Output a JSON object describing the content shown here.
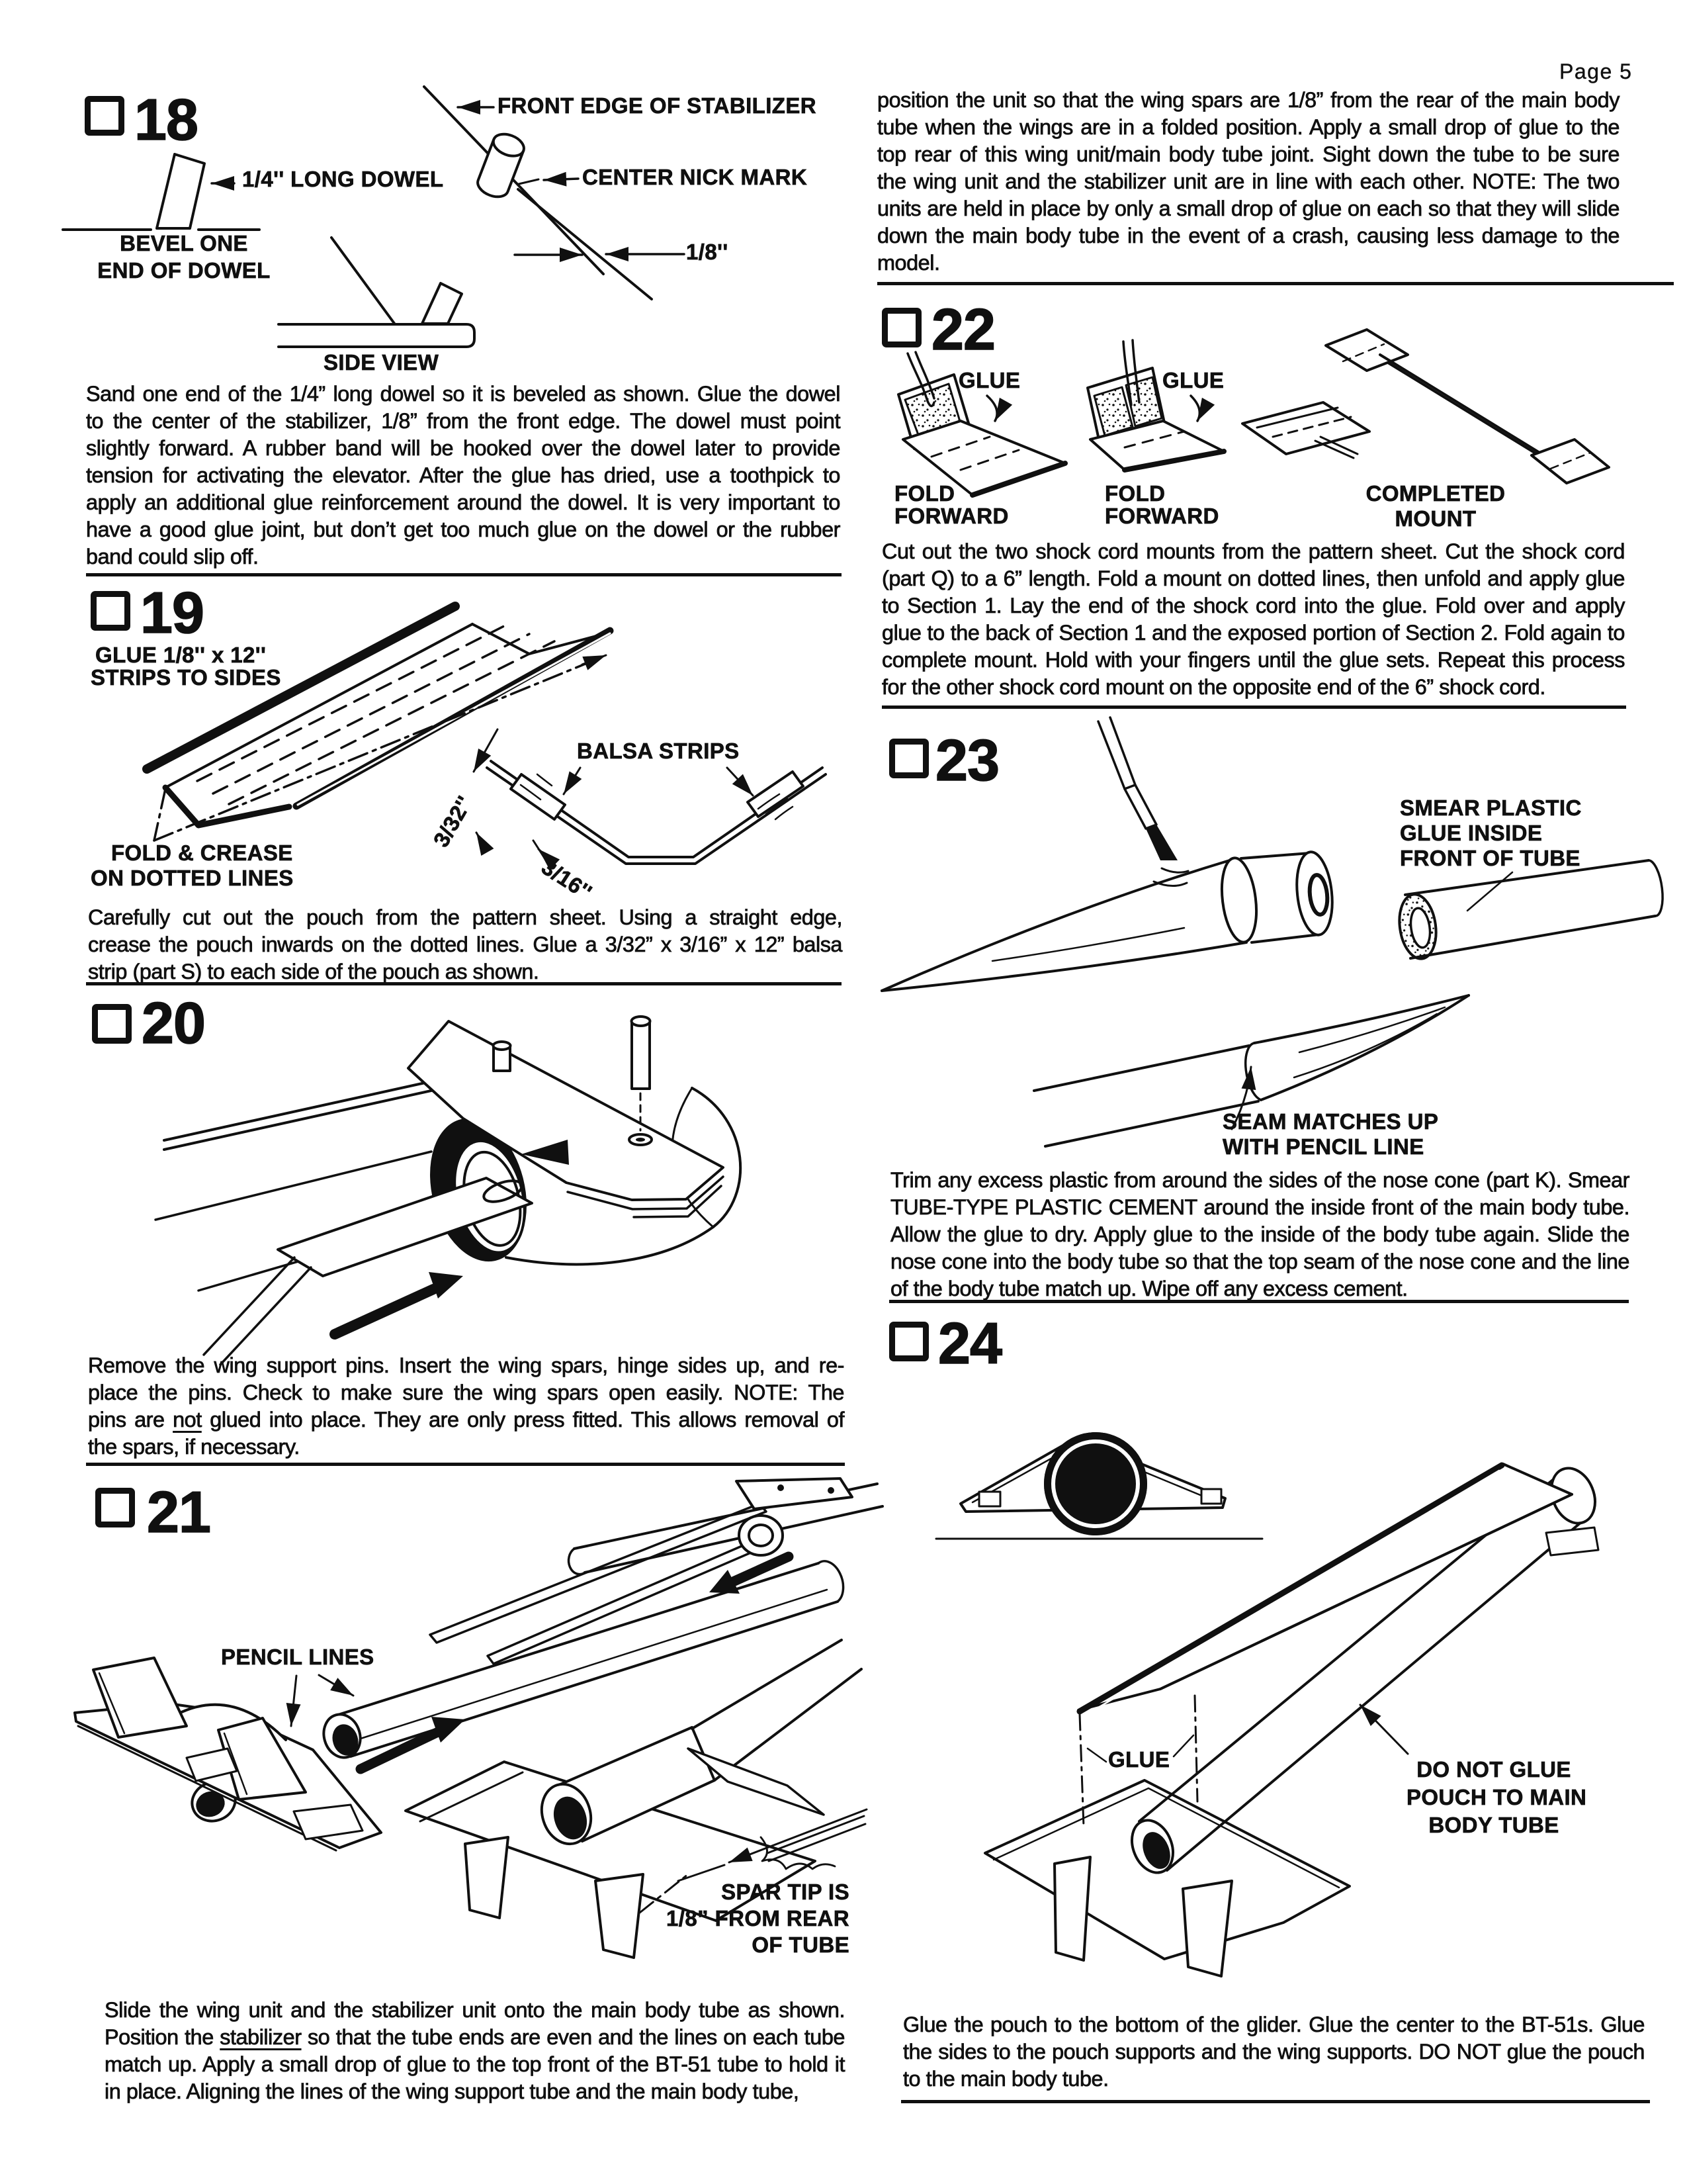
{
  "page": {
    "label": "Page 5"
  },
  "colors": {
    "ink": "#101010",
    "paper": "#ffffff"
  },
  "steps": {
    "s18": {
      "number": "18",
      "body_lines": [
        "Sand one end of the 1/4” long dowel so it is beveled as shown. Glue the dowel",
        "to the center of the stabilizer, 1/8” from the front edge. The dowel must point",
        "slightly forward. A rubber band will be hooked over the dowel later to provide",
        "tension for activating the elevator. After the glue has dried, use a toothpick to",
        "apply an additional glue reinforcement around the dowel. It is very important to",
        "have a good glue joint, but don’t get too much glue on the dowel or the rubber",
        "band could slip off."
      ],
      "labels": {
        "front_edge": "FRONT EDGE OF STABILIZER",
        "dowel_len": "1/4'' LONG DOWEL",
        "bevel_1": "BEVEL ONE",
        "bevel_2": "END OF DOWEL",
        "nick": "CENTER NICK MARK",
        "eighth": "1/8''",
        "side_view": "SIDE VIEW"
      }
    },
    "s19": {
      "number": "19",
      "body_lines": [
        "Carefully cut out the pouch from the pattern sheet. Using a straight edge,",
        "crease the pouch inwards on the dotted lines. Glue a 3/32” x 3/16” x 12” balsa",
        "strip (part S) to each side of the pouch as shown."
      ],
      "labels": {
        "glue_strips_1": "GLUE 1/8'' x 12''",
        "glue_strips_2": "STRIPS TO SIDES",
        "fold_1": "FOLD & CREASE",
        "fold_2": "ON DOTTED LINES",
        "balsa": "BALSA STRIPS",
        "dim_332": "3/32''",
        "dim_316": "3/16''"
      }
    },
    "s20": {
      "number": "20",
      "body_lines": [
        "Remove the wing support pins. Insert the wing spars, hinge sides up, and re-",
        "place the pins. Check to make sure the wing spars open easily. NOTE: The",
        {
          "pre": "pins are ",
          "u": "not",
          "post": " glued into place. They are only press fitted. This allows removal of"
        },
        "the spars, if necessary."
      ]
    },
    "s21": {
      "number": "21",
      "body_lines": [
        "Slide the wing unit and the stabilizer unit onto the main body tube as shown.",
        {
          "pre": "Position the ",
          "u": "stabilizer",
          "post": " so that the tube ends are even and the lines on each tube"
        },
        "match up. Apply a small drop of glue to the top front of the BT-51 tube to hold it",
        "in place. Aligning the lines of the wing support tube and the main body tube,"
      ],
      "body_continued_lines": [
        "position the unit so that the wing spars are 1/8” from the rear of the main body",
        "tube when the wings are in a folded position. Apply a small drop of glue to the",
        "top rear of this wing unit/main body tube joint. Sight down the tube to be sure",
        "the wing unit and the stabilizer unit are in line with each other. NOTE: The two",
        "units are held in place by only a small drop of glue on each so that they will slide",
        "down the main body tube in the event of a crash, causing less damage to the",
        "model."
      ],
      "labels": {
        "pencil": "PENCIL LINES",
        "spar_1": "SPAR TIP IS",
        "spar_2": "1/8” FROM REAR",
        "spar_3": "OF TUBE"
      }
    },
    "s22": {
      "number": "22",
      "body_lines": [
        "Cut out the two shock cord mounts from the pattern sheet. Cut the shock cord",
        "(part Q) to a 6” length. Fold a mount on dotted lines, then unfold and apply glue",
        "to Section 1. Lay the end of the shock cord into the glue. Fold over and apply",
        "glue to the back of Section 1 and the exposed portion of Section 2. Fold again to",
        "complete mount. Hold with your fingers until the glue sets. Repeat this process",
        "for the other shock cord mount on the opposite end of the 6” shock cord."
      ],
      "labels": {
        "glue": "GLUE",
        "fold_1": "FOLD",
        "fold_2": "FORWARD",
        "completed_1": "COMPLETED",
        "completed_2": "MOUNT"
      }
    },
    "s23": {
      "number": "23",
      "body_lines": [
        "Trim any excess plastic from around the sides of the nose cone (part K). Smear",
        "TUBE-TYPE PLASTIC CEMENT around the inside front of the main body tube.",
        "Allow the glue to dry. Apply glue to the inside of the body tube again. Slide the",
        "nose cone into the body tube so that the top seam of the nose cone and the line",
        "of the body tube match up. Wipe off any excess cement."
      ],
      "labels": {
        "smear_1": "SMEAR PLASTIC",
        "smear_2": "GLUE INSIDE",
        "smear_3": "FRONT OF TUBE",
        "seam_1": "SEAM MATCHES UP",
        "seam_2": "WITH PENCIL LINE"
      }
    },
    "s24": {
      "number": "24",
      "body_lines": [
        "Glue the pouch to the bottom of the glider. Glue the center to the BT-51s. Glue",
        "the sides to the pouch supports and the wing supports. DO NOT glue the pouch",
        "to the main body tube."
      ],
      "labels": {
        "glue": "GLUE",
        "donot_1": "DO NOT GLUE",
        "donot_2": "POUCH TO MAIN",
        "donot_3": "BODY TUBE"
      }
    }
  }
}
